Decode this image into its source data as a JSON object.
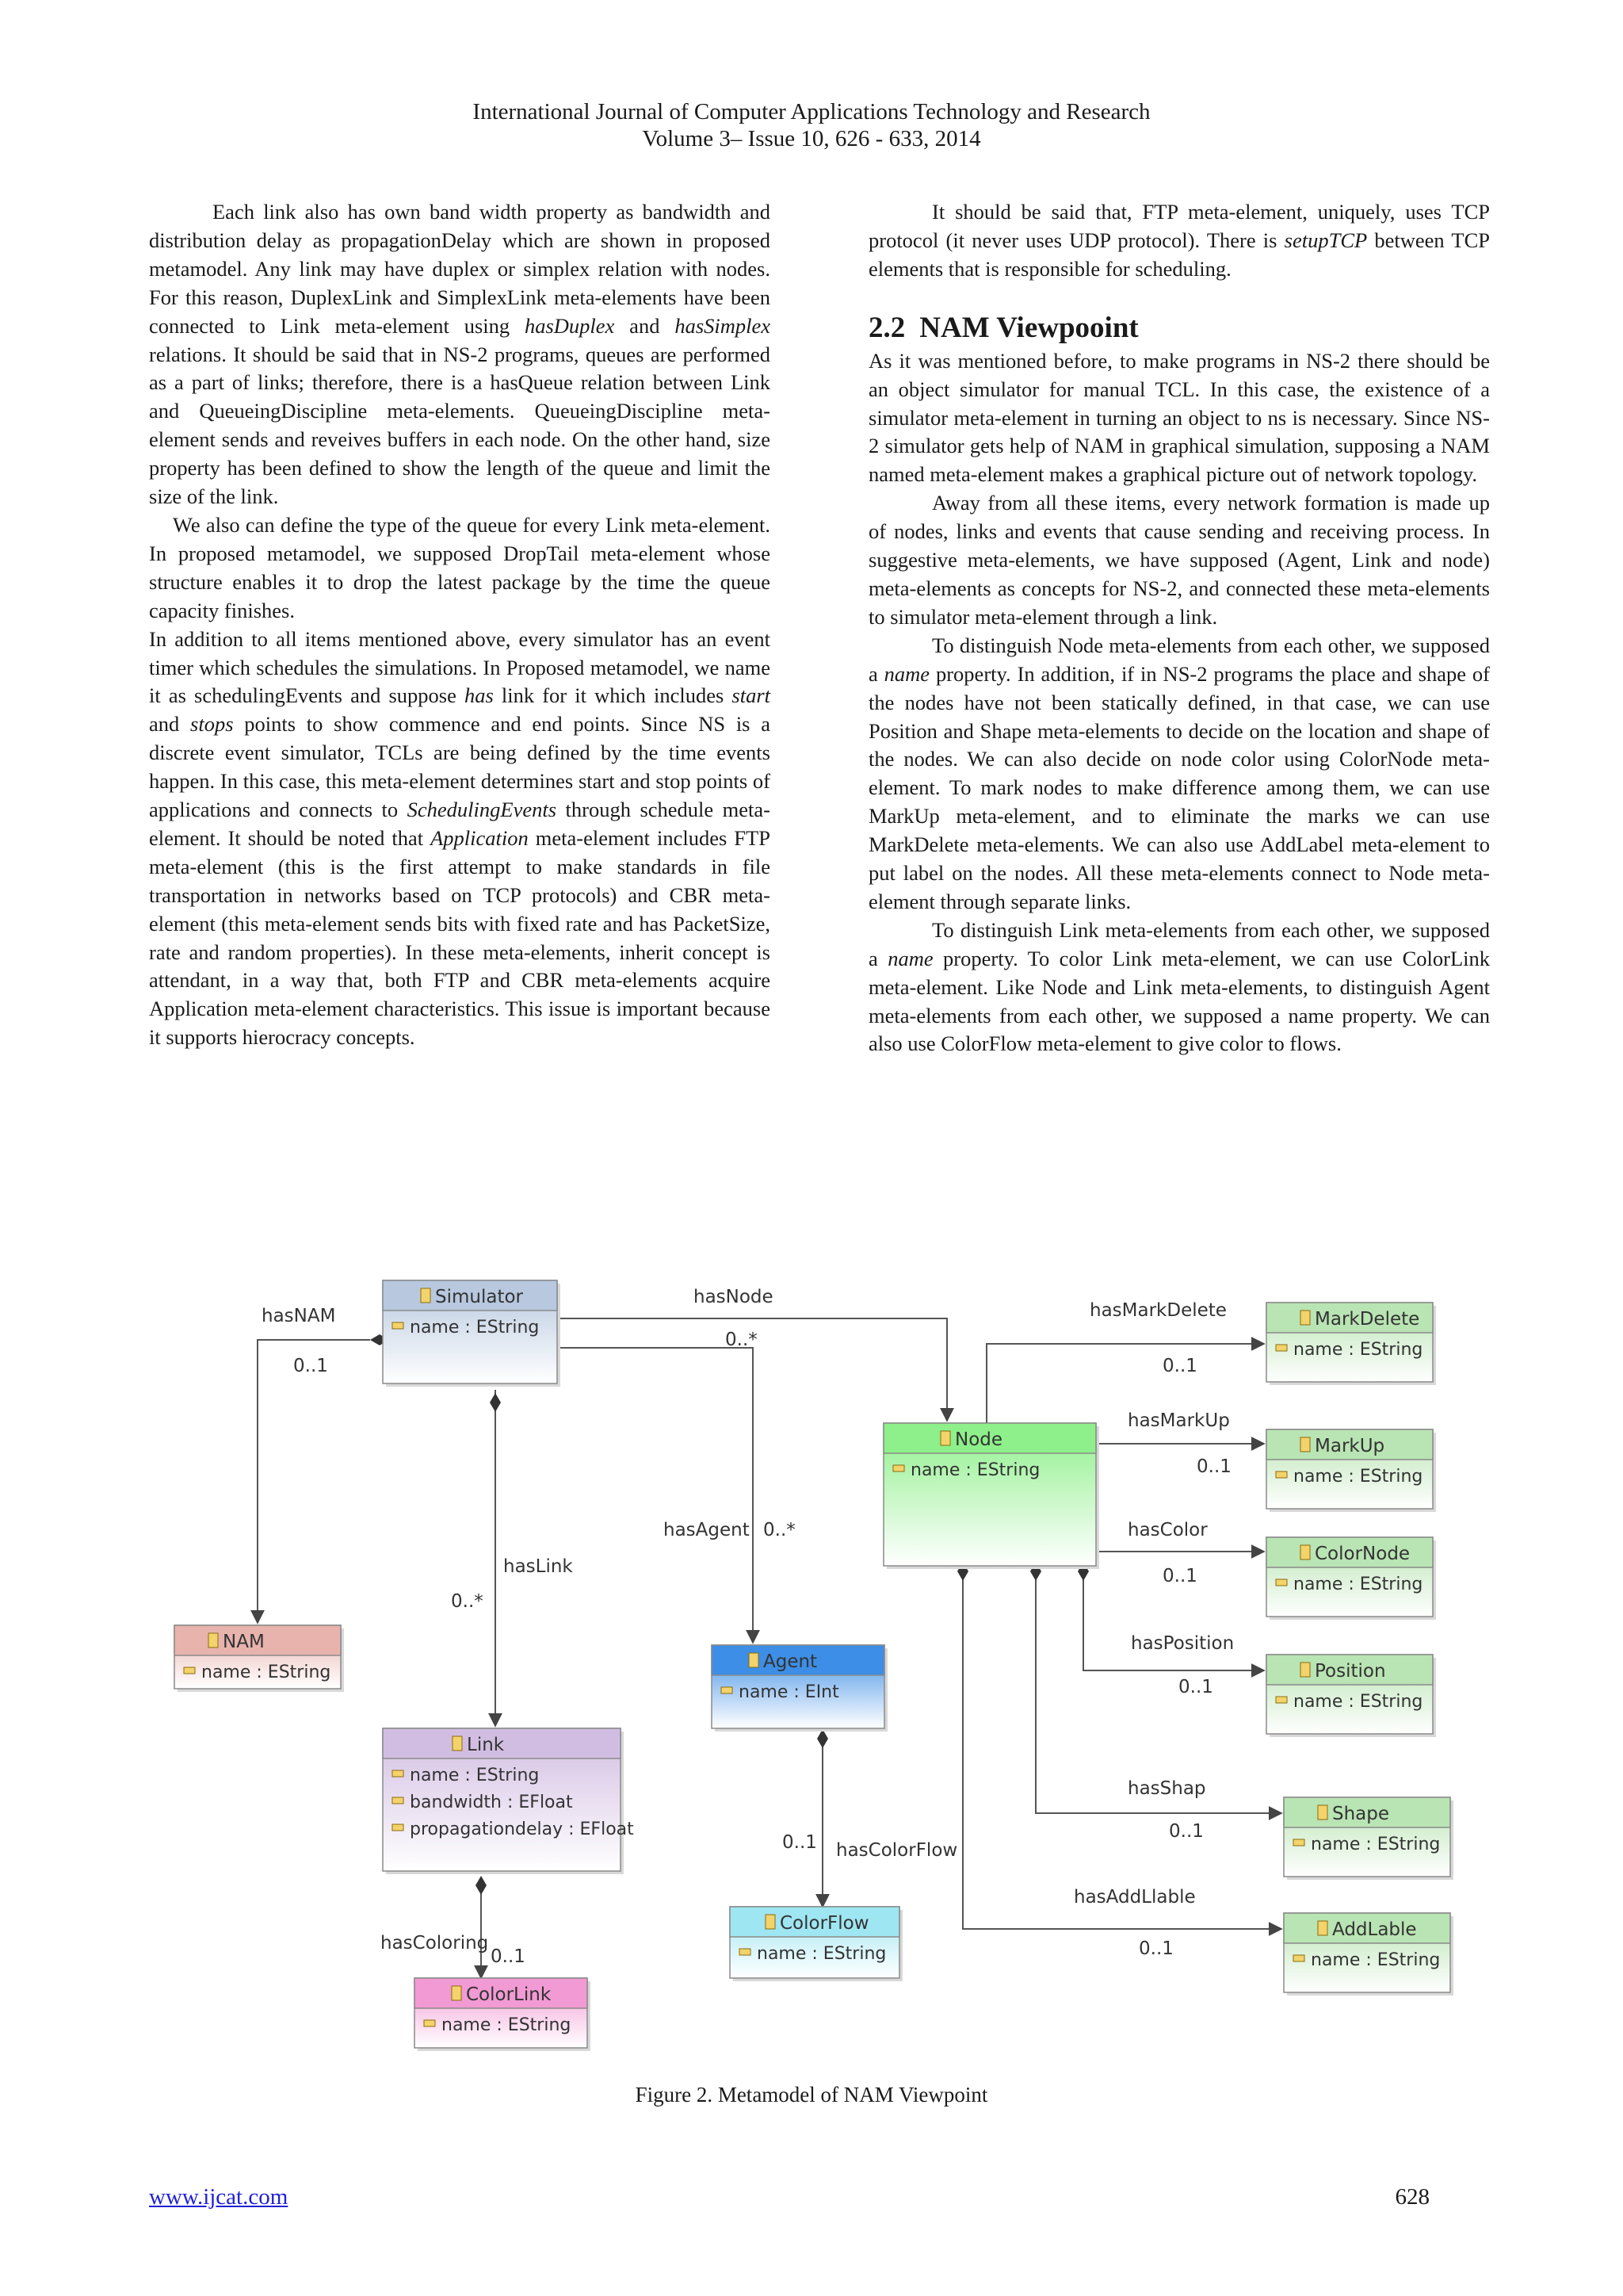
{
  "header": {
    "journal": "International Journal of Computer Applications Technology and Research",
    "volume": "Volume 3– Issue 10, 626 - 633, 2014"
  },
  "left_column": {
    "p1_a": "Each link also has own band width property as bandwidth and distribution delay as propagationDelay which are shown in proposed metamodel. Any link may have duplex or simplex relation with nodes. For this reason, DuplexLink and SimplexLink meta-elements have been connected to Link meta-element using ",
    "p1_i1": "hasDuplex",
    "p1_b": " and ",
    "p1_i2": "hasSimplex",
    "p1_c": " relations. It should be said that in NS-2 programs, queues are performed as a part of links; therefore, there is a hasQueue relation between Link and QueueingDiscipline meta-elements. QueueingDiscipline meta-element sends and reveives buffers in each node. On the other hand, size property has been defined to show the length of the queue and limit the size of the link.",
    "p2": "We also can define the type of the queue for every Link meta-element. In proposed metamodel, we supposed DropTail meta-element whose structure enables it to drop the latest package by the time the queue capacity finishes.",
    "p3_a": "In addition to all items mentioned above, every simulator has an event timer which schedules the simulations. In Proposed metamodel, we name it as schedulingEvents and suppose ",
    "p3_i1": "has",
    "p3_b": " link for it which includes ",
    "p3_i2": "start",
    "p3_c": " and ",
    "p3_i3": "stops",
    "p3_d": " points to show commence and end points. Since NS is a discrete event simulator, TCLs are being defined by the time events happen. In this case, this meta-element determines start and stop points of applications and connects to ",
    "p3_i4": "SchedulingEvents",
    "p3_e": " through schedule meta-element. It should be noted that ",
    "p3_i5": "Application",
    "p3_f": " meta-element includes FTP meta-element (this is the first attempt to make standards in file transportation in networks based on TCP protocols) and CBR meta-element (this meta-element sends bits with fixed rate and has PacketSize, rate and random properties). In these meta-elements, inherit concept is attendant, in a way that, both FTP and CBR meta-elements acquire Application meta-element characteristics. This issue is important because it supports hierocracy concepts."
  },
  "right_column": {
    "p1_a": "It should be said that, FTP meta-element, uniquely, uses TCP protocol (it never uses UDP protocol). There is ",
    "p1_i1": "setupTCP",
    "p1_b": " between TCP elements that is responsible for scheduling.",
    "section_number": "2.2",
    "section_title": "NAM Viewpooint",
    "p2": "As it was mentioned before, to make programs in NS-2 there should be an object simulator for manual TCL. In this case, the existence of a simulator meta-element in turning an object to ns is necessary. Since NS-2 simulator gets help of NAM in graphical simulation, supposing a NAM named meta-element makes a graphical picture out of network topology.",
    "p3": "Away from all these items, every network formation is made up of nodes, links and events that cause sending and receiving process. In suggestive meta-elements, we have supposed (Agent, Link and node) meta-elements as concepts for NS-2, and connected these meta-elements to simulator meta-element through a link.",
    "p4_a": "To distinguish Node meta-elements from each other, we supposed a ",
    "p4_i1": "name",
    "p4_b": " property. In addition, if in NS-2 programs the place and shape of the nodes have not been statically defined, in that case, we can use Position and Shape meta-elements to decide on the location and shape of the nodes. We can also decide on node color using ColorNode meta-element. To mark nodes to make difference among them, we can use MarkUp meta-element, and to eliminate the marks we can use MarkDelete meta-elements. We can also use AddLabel meta-element to put label on the nodes. All these meta-elements connect to Node meta-element through separate links.",
    "p5_a": "To distinguish Link meta-elements from each other, we supposed a ",
    "p5_i1": "name",
    "p5_b": " property. To color Link meta-element, we can use ColorLink meta-element. Like Node and Link meta-elements, to distinguish Agent meta-elements from each other, we supposed a name property. We can also use ColorFlow meta-element to give color to flows."
  },
  "diagram": {
    "classes": {
      "simulator": {
        "name": "Simulator",
        "attrs": [
          "name : EString"
        ],
        "color": "#b7c8df"
      },
      "nam": {
        "name": "NAM",
        "attrs": [
          "name : EString"
        ],
        "color": "#e8b3ad"
      },
      "link": {
        "name": "Link",
        "attrs": [
          "name : EString",
          "bandwidth : EFloat",
          "propagationdelay : EFloat"
        ],
        "color": "#d2bde2"
      },
      "agent": {
        "name": "Agent",
        "attrs": [
          "name : EInt"
        ],
        "color": "#3d8ee6"
      },
      "colorflow": {
        "name": "ColorFlow",
        "attrs": [
          "name : EString"
        ],
        "color": "#9ee6f2"
      },
      "colorlink": {
        "name": "ColorLink",
        "attrs": [
          "name : EString"
        ],
        "color": "#f29ad4"
      },
      "node": {
        "name": "Node",
        "attrs": [
          "name : EString"
        ],
        "color": "#8df08a"
      },
      "markdelete": {
        "name": "MarkDelete",
        "attrs": [
          "name : EString"
        ],
        "color": "#b9e4b3"
      },
      "markup": {
        "name": "MarkUp",
        "attrs": [
          "name : EString"
        ],
        "color": "#b9e4b3"
      },
      "colornode": {
        "name": "ColorNode",
        "attrs": [
          "name : EString"
        ],
        "color": "#b9e4b3"
      },
      "position": {
        "name": "Position",
        "attrs": [
          "name : EString"
        ],
        "color": "#b9e4b3"
      },
      "shape": {
        "name": "Shape",
        "attrs": [
          "name : EString"
        ],
        "color": "#b9e4b3"
      },
      "addlable": {
        "name": "AddLable",
        "attrs": [
          "name : EString"
        ],
        "color": "#b9e4b3"
      }
    },
    "relations": {
      "hasNAM": {
        "label": "hasNAM",
        "mult": "0..1"
      },
      "hasNode": {
        "label": "hasNode",
        "mult": "0..*"
      },
      "hasLink": {
        "label": "hasLink",
        "mult": "0..*"
      },
      "hasAgent": {
        "label": "hasAgent",
        "mult": "0..*"
      },
      "hasColorFlow": {
        "label": "hasColorFlow",
        "mult": "0..1"
      },
      "hasColoring": {
        "label": "hasColoring",
        "mult": "0..1"
      },
      "hasMarkDelete": {
        "label": "hasMarkDelete",
        "mult": "0..1"
      },
      "hasMarkUp": {
        "label": "hasMarkUp",
        "mult": "0..1"
      },
      "hasColor": {
        "label": "hasColor",
        "mult": "0..1"
      },
      "hasPosition": {
        "label": "hasPosition",
        "mult": "0..1"
      },
      "hasShap": {
        "label": "hasShap",
        "mult": "0..1"
      },
      "hasAddLlable": {
        "label": "hasAddLlable",
        "mult": "0..1"
      }
    }
  },
  "caption": "Figure 2. Metamodel of NAM Viewpoint",
  "footer": {
    "url": "www.ijcat.com",
    "page_number": "628"
  }
}
